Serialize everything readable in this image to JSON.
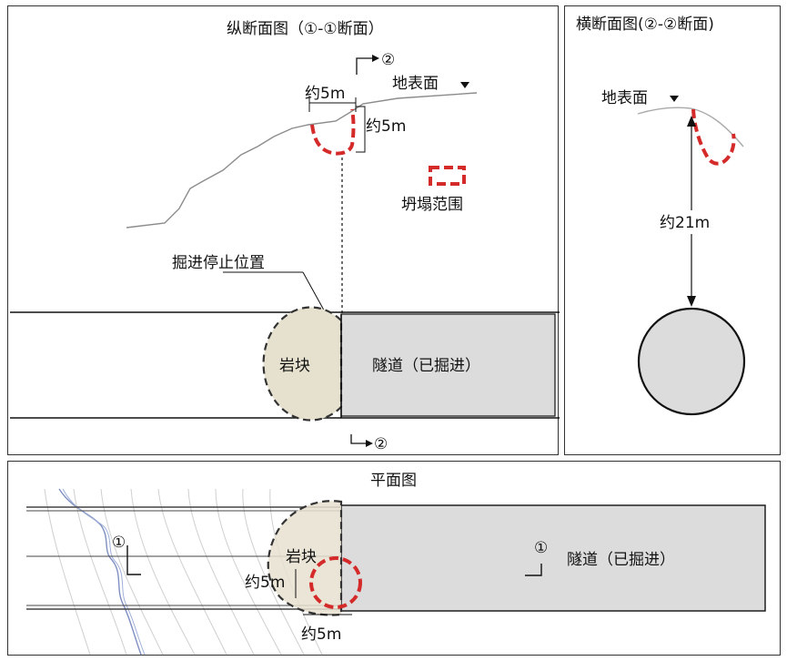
{
  "longitudinal": {
    "title": "纵断面图（①-①断面）",
    "ground_label": "地表面",
    "dim_width": "约5m",
    "dim_depth": "约5m",
    "legend_label": "坍塌范围",
    "stop_label": "掘进停止位置",
    "rock_label": "岩块",
    "tunnel_label": "隧道（已掘进）",
    "section_mark_top": "②",
    "section_mark_bottom": "②"
  },
  "cross": {
    "title": "横断面图(②-②断面)",
    "ground_label": "地表面",
    "dim_depth": "约21m"
  },
  "plan": {
    "title": "平面图",
    "rock_label": "岩块",
    "tunnel_label": "隧道（已掘进）",
    "section_mark_left": "①",
    "section_mark_right": "①",
    "dim_vertical": "约5m",
    "dim_horizontal": "约5m"
  },
  "colors": {
    "collapse": "#d42a2a",
    "rock_fill": "#e6e1cf",
    "tunnel_fill": "#dcdcdc",
    "terrain": "#8c8c8c",
    "river": "#7f8fc2"
  }
}
